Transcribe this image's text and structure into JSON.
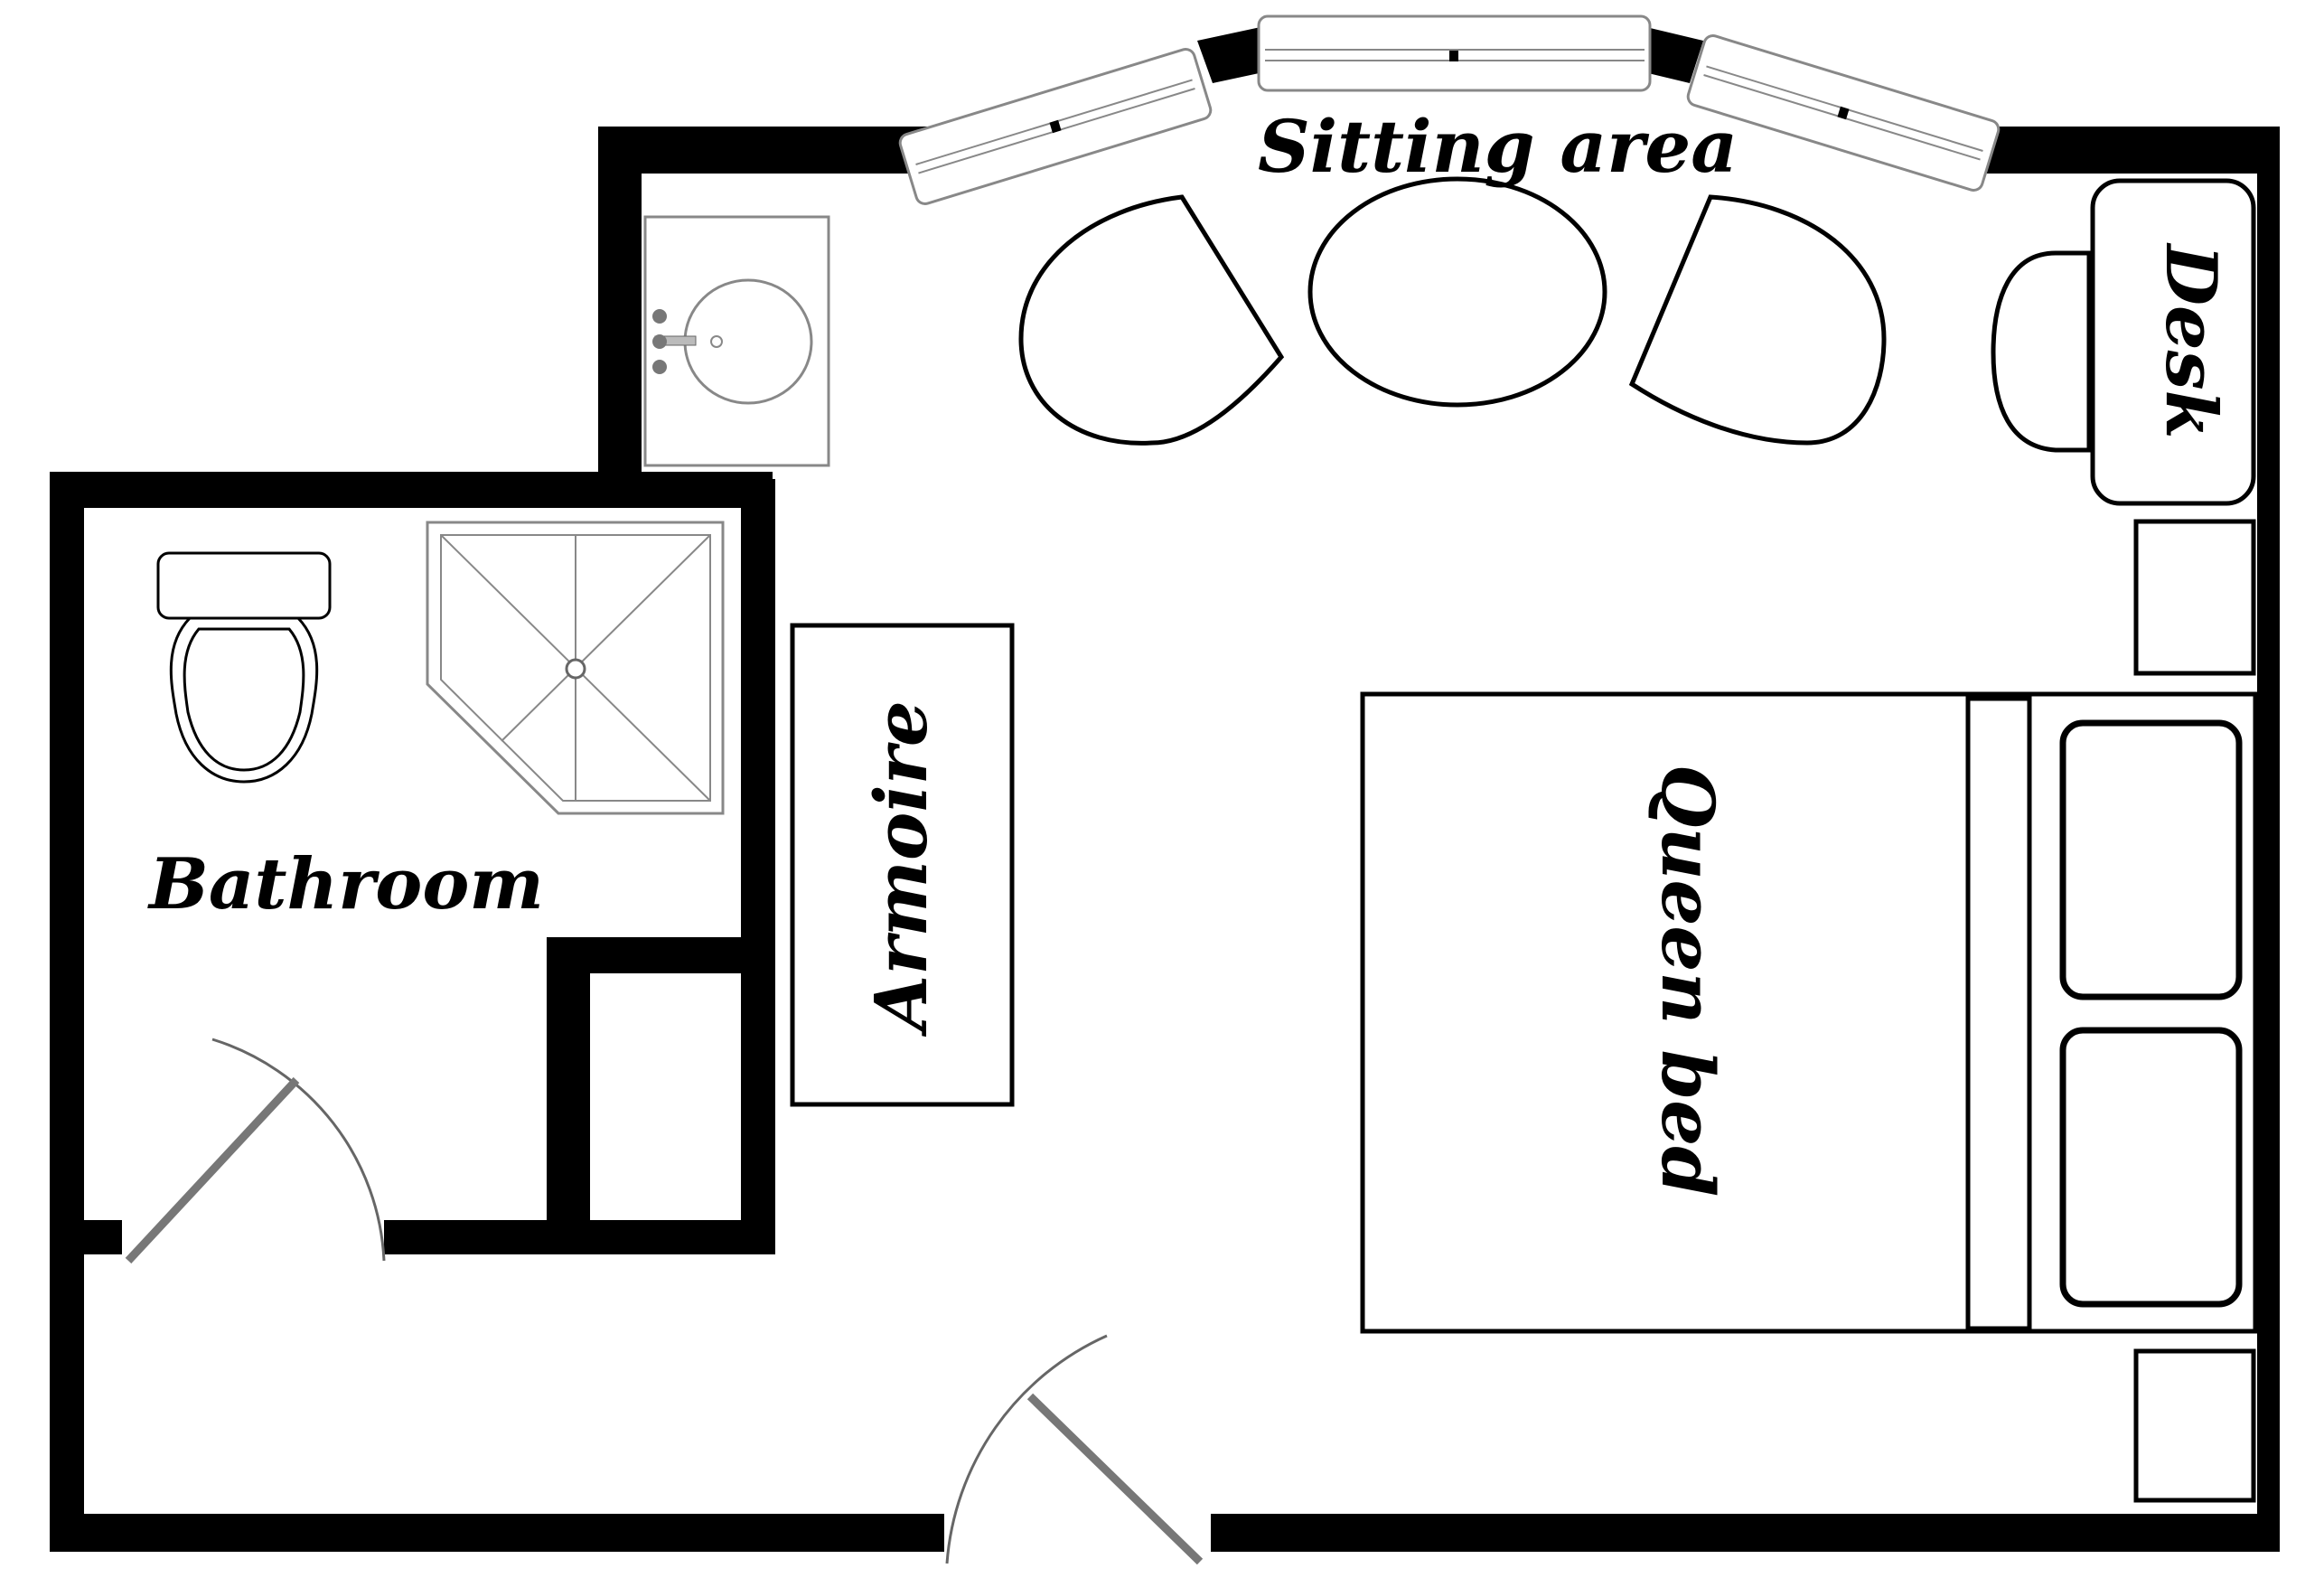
{
  "labels": {
    "sitting_area": "Sitting area",
    "desk": "Desk",
    "bathroom": "Bathroom",
    "armoire": "Armoire",
    "queen_bed": "Queen bed"
  },
  "colors": {
    "wall": "#000000",
    "background": "#ffffff"
  }
}
